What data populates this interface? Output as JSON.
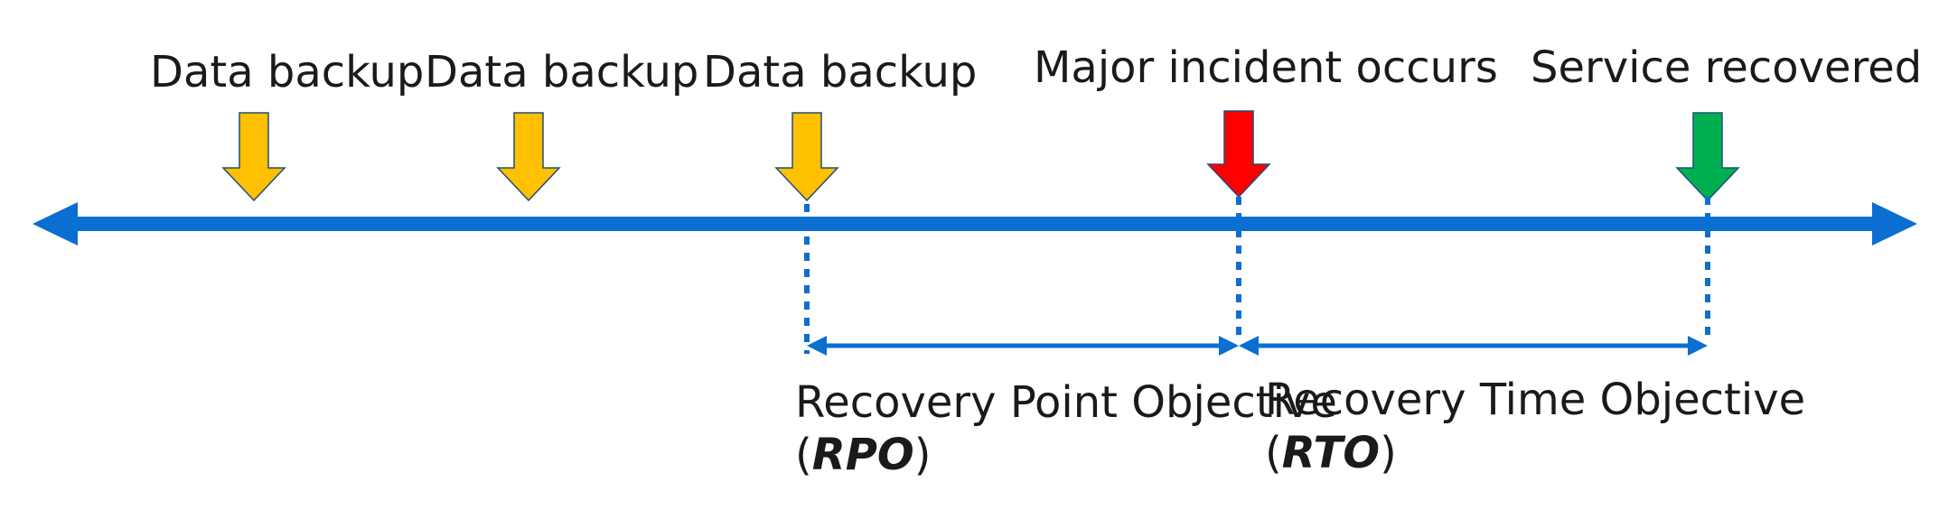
{
  "colors": {
    "timeline": "#0a6fd1",
    "backup": "#ffc000",
    "incident": "#ff0000",
    "recovered": "#00b050",
    "arrow_outline": "#1f4e79",
    "text": "#1a1a1a"
  },
  "events": [
    {
      "label": "Data backup",
      "kind": "backup"
    },
    {
      "label": "Data backup",
      "kind": "backup"
    },
    {
      "label": "Data backup",
      "kind": "backup"
    },
    {
      "label": "Major incident occurs",
      "kind": "incident"
    },
    {
      "label": "Service recovered",
      "kind": "recovered"
    }
  ],
  "rpo": {
    "label": "Recovery Point Objective",
    "open": "(",
    "abbr": "RPO",
    "close": ")"
  },
  "rto": {
    "label": "Recovery Time Objective",
    "open": "(",
    "abbr": "RTO",
    "close": ")"
  }
}
